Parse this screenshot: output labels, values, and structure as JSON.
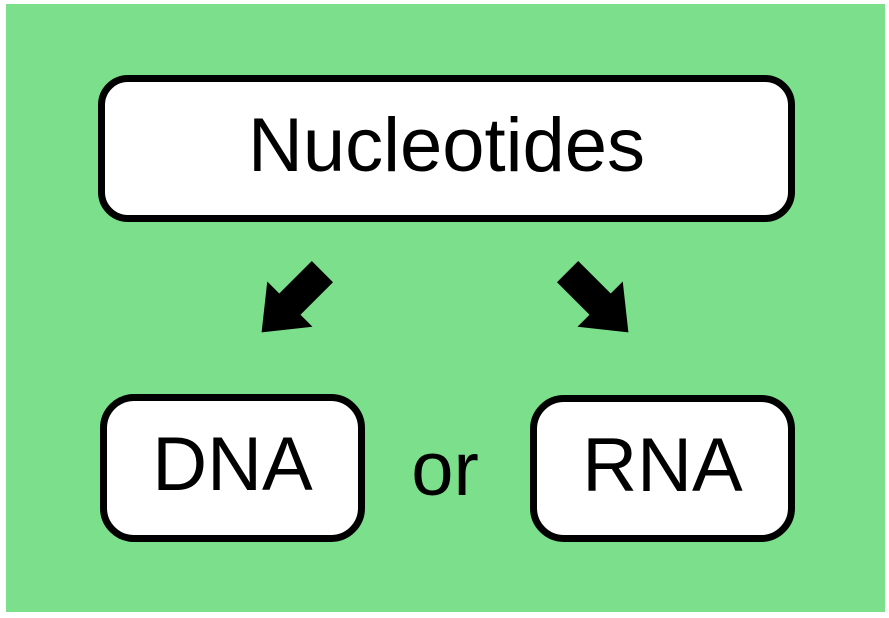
{
  "diagram": {
    "nodes": {
      "nucleotides": {
        "label": "Nucleotides"
      },
      "dna": {
        "label": "DNA"
      },
      "rna": {
        "label": "RNA"
      }
    },
    "or_label": "or",
    "icons": {
      "left_arrow": "arrow-down-left",
      "right_arrow": "arrow-down-right"
    },
    "colors": {
      "outer_background": "#FFFFFF",
      "slide_background": "#7CDF8C",
      "node_fill": "#FFFFFF",
      "node_border": "#000000",
      "arrow": "#000000",
      "text": "#000000"
    }
  }
}
